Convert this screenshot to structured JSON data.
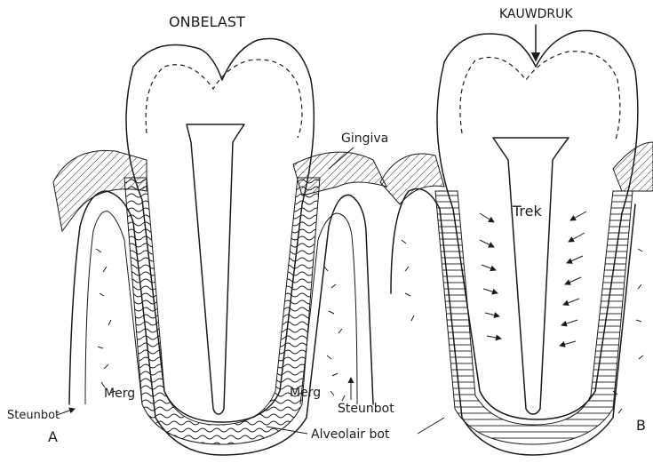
{
  "panel_a": {
    "title": "ONBELAST",
    "letter": "A",
    "labels": {
      "gingiva": "Gingiva",
      "merg_left": "Merg",
      "merg_right": "Merg",
      "steunbot_left": "Steunbot",
      "steunbot_right": "Steunbot",
      "alveolair_bot": "Alveolair bot"
    }
  },
  "panel_b": {
    "title": "KAUWDRUK",
    "letter": "B",
    "labels": {
      "trek": "Trek"
    }
  }
}
